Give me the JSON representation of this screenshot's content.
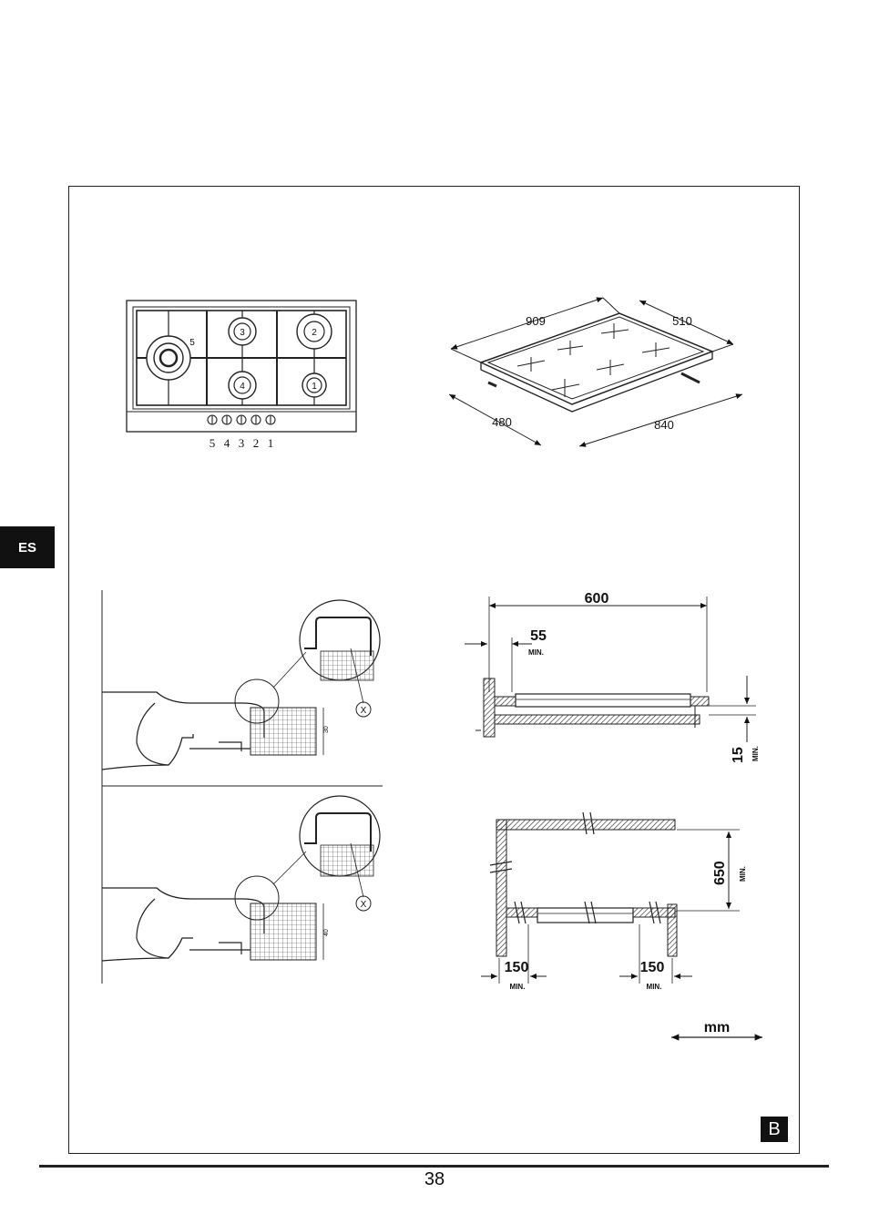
{
  "language_tab": "ES",
  "page_number": "38",
  "figure_label": "B",
  "units_label": "mm",
  "min_label": "MIN.",
  "hob_top": {
    "burner_numbers": [
      "1",
      "2",
      "3",
      "4",
      "5"
    ],
    "knob_sequence": [
      "5",
      "4",
      "3",
      "2",
      "1"
    ]
  },
  "hob_perspective": {
    "dimensions": [
      "909",
      "510",
      "480",
      "840"
    ]
  },
  "side_sections": {
    "marker": "X",
    "thickness_upper": "30",
    "thickness_lower": "40"
  },
  "clearances": {
    "width": "600",
    "side_gap": "55",
    "depth": "15",
    "height_above": "650",
    "left_side": "150",
    "right_side": "150"
  }
}
